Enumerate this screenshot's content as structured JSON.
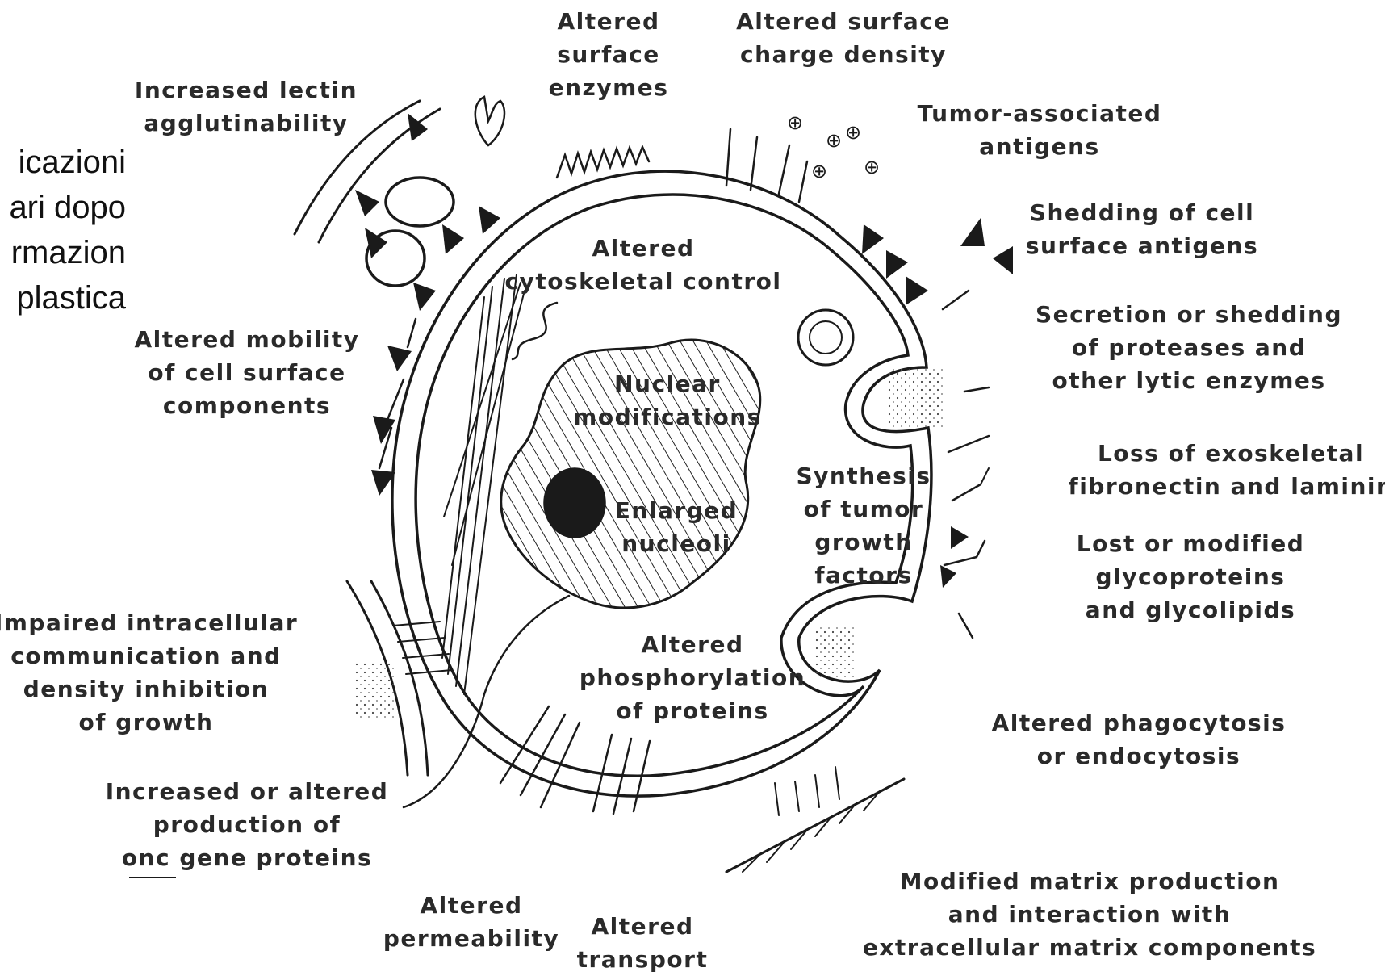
{
  "side_title": [
    "icazioni",
    "ari dopo",
    "rmazion",
    "plastica"
  ],
  "labels": {
    "surface_enzymes": [
      "Altered",
      "surface",
      "enzymes"
    ],
    "surface_charge": [
      "Altered surface",
      "charge density"
    ],
    "lectin": [
      "Increased lectin",
      "agglutinability"
    ],
    "tumor_antigens": [
      "Tumor-associated",
      "antigens"
    ],
    "shedding_antigens": [
      "Shedding of cell",
      "surface antigens"
    ],
    "cytoskeletal": [
      "Altered",
      "cytoskeletal control"
    ],
    "proteases": [
      "Secretion or shedding",
      "of proteases and",
      "other lytic enzymes"
    ],
    "mobility": [
      "Altered mobility",
      "of cell surface",
      "components"
    ],
    "nuclear": [
      "Nuclear",
      "modifications"
    ],
    "exoskeletal": [
      "Loss of exoskeletal",
      "fibronectin and laminin"
    ],
    "growth_factors": [
      "Synthesis",
      "of tumor",
      "growth",
      "factors"
    ],
    "nucleoli": [
      "Enlarged",
      "nucleoli"
    ],
    "glycoproteins": [
      "Lost or modified",
      "glycoproteins",
      "and glycolipids"
    ],
    "intracellular": [
      "Impaired intracellular",
      "communication and",
      "density inhibition",
      "of growth"
    ],
    "phosphorylation": [
      "Altered",
      "phosphorylation",
      "of proteins"
    ],
    "phagocytosis": [
      "Altered phagocytosis",
      "or endocytosis"
    ],
    "onc": [
      "Increased or altered",
      "production of",
      "onc gene proteins"
    ],
    "permeability": [
      "Altered",
      "permeability"
    ],
    "transport": [
      "Altered",
      "transport"
    ],
    "matrix": [
      "Modified matrix production",
      "and interaction with",
      "extracellular matrix components"
    ]
  },
  "charge_symbols": [
    "⊕",
    "⊕",
    "⊕",
    "⊕",
    "⊕"
  ],
  "colors": {
    "ink": "#1a1a1a",
    "paper": "#ffffff"
  }
}
